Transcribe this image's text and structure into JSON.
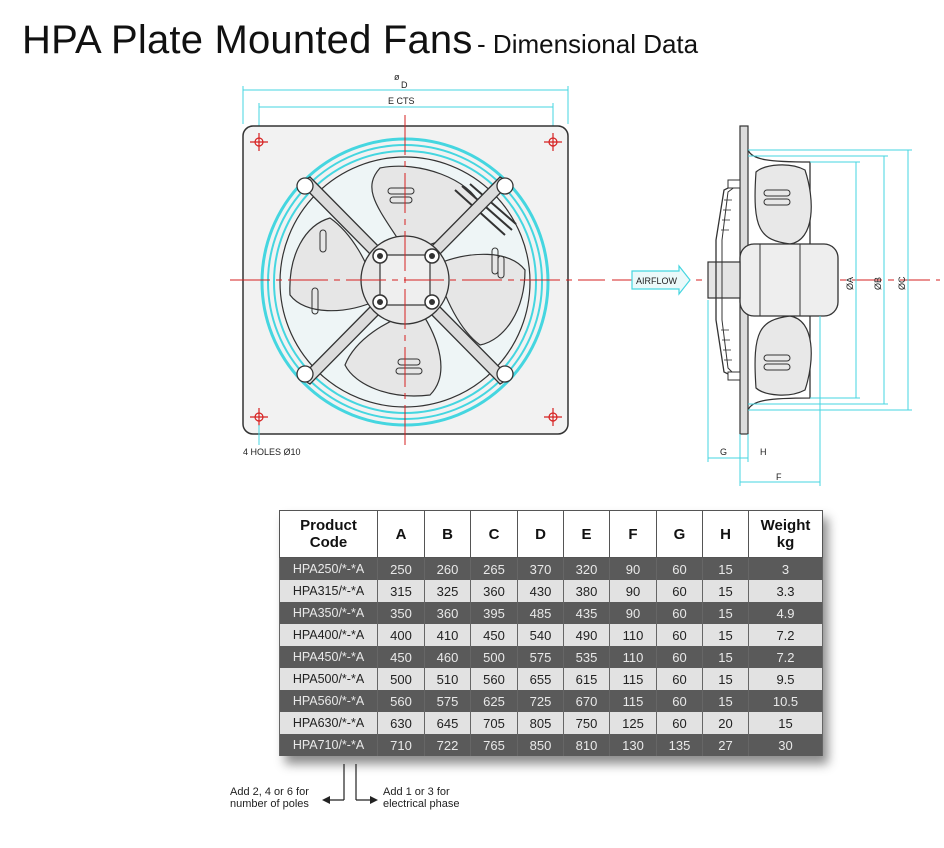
{
  "title": {
    "main": "HPA Plate Mounted Fans",
    "sub": "- Dimensional Data"
  },
  "drawing": {
    "front_labels": {
      "d": "D",
      "diam_mark": "ø",
      "e": "E CTS",
      "holes": "4 HOLES Ø10"
    },
    "side_labels": {
      "airflow": "AIRFLOW",
      "a": "ØA",
      "b": "ØB",
      "c": "ØC",
      "g": "G",
      "h": "H",
      "f": "F"
    },
    "colors": {
      "cyan": "#45d6e0",
      "red": "#d62020",
      "plate": "#f2f2f2",
      "line": "#333333"
    }
  },
  "table": {
    "headers": [
      "Product Code",
      "A",
      "B",
      "C",
      "D",
      "E",
      "F",
      "G",
      "H",
      "Weight kg"
    ],
    "rows": [
      [
        "HPA250/*-*A",
        "250",
        "260",
        "265",
        "370",
        "320",
        "90",
        "60",
        "15",
        "3"
      ],
      [
        "HPA315/*-*A",
        "315",
        "325",
        "360",
        "430",
        "380",
        "90",
        "60",
        "15",
        "3.3"
      ],
      [
        "HPA350/*-*A",
        "350",
        "360",
        "395",
        "485",
        "435",
        "90",
        "60",
        "15",
        "4.9"
      ],
      [
        "HPA400/*-*A",
        "400",
        "410",
        "450",
        "540",
        "490",
        "110",
        "60",
        "15",
        "7.2"
      ],
      [
        "HPA450/*-*A",
        "450",
        "460",
        "500",
        "575",
        "535",
        "110",
        "60",
        "15",
        "7.2"
      ],
      [
        "HPA500/*-*A",
        "500",
        "510",
        "560",
        "655",
        "615",
        "115",
        "60",
        "15",
        "9.5"
      ],
      [
        "HPA560/*-*A",
        "560",
        "575",
        "625",
        "725",
        "670",
        "115",
        "60",
        "15",
        "10.5"
      ],
      [
        "HPA630/*-*A",
        "630",
        "645",
        "705",
        "805",
        "750",
        "125",
        "60",
        "20",
        "15"
      ],
      [
        "HPA710/*-*A",
        "710",
        "722",
        "765",
        "850",
        "810",
        "130",
        "135",
        "27",
        "30"
      ]
    ]
  },
  "notes": {
    "poles_line1": "Add 2, 4 or 6 for",
    "poles_line2": "number of poles",
    "phase_line1": "Add 1 or 3 for",
    "phase_line2": "electrical phase"
  }
}
